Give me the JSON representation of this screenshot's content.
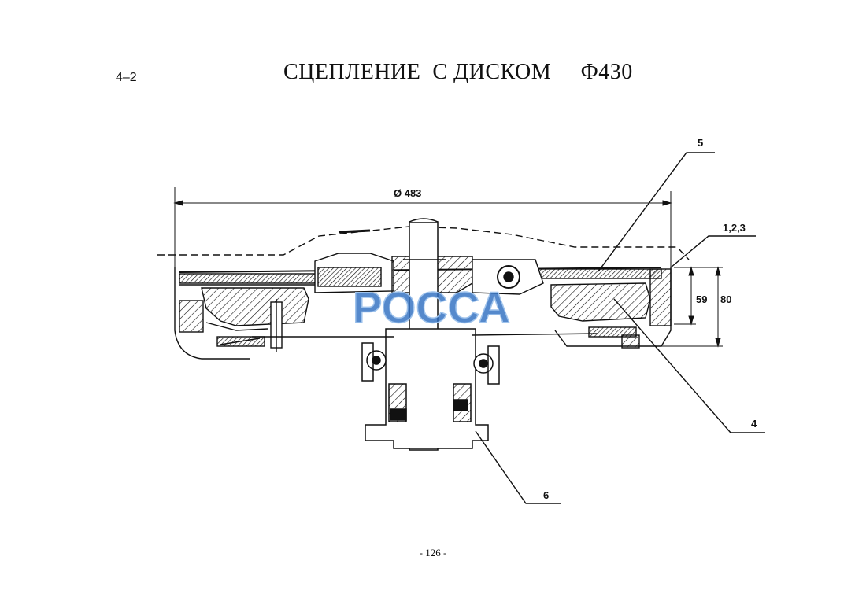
{
  "header": {
    "section_number": "4–2",
    "title": "СЦЕПЛЕНИЕ  С ДИСКОМ     Ф430"
  },
  "drawing": {
    "diameter_label": "Ø 483",
    "dim_59": "59",
    "dim_80": "80",
    "callouts": {
      "c5": "5",
      "c123": "1,2,3",
      "c4": "4",
      "c6": "6"
    },
    "watermark": "РОССА",
    "colors": {
      "line": "#111111",
      "watermark_fill": "#2f6fc1",
      "watermark_stroke": "#9fc3ec"
    }
  },
  "footer": {
    "page_label": "- 126 -"
  }
}
